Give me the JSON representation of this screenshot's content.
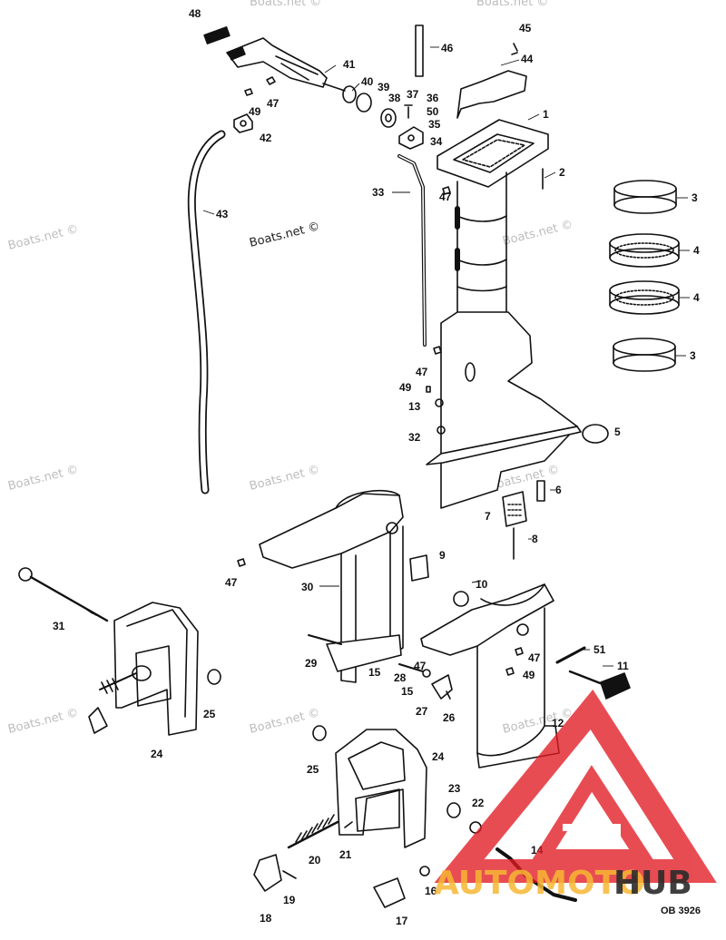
{
  "diagram": {
    "code": "OB 3926",
    "watermark_text": "Boats.net ©",
    "logo": {
      "text_left": "AUTOMOTO",
      "text_right": "HUB",
      "color_left": "#f7b733",
      "color_right": "#2b2b2b",
      "triangle_color": "#e21b23"
    },
    "callouts": [
      "48",
      "41",
      "40",
      "39",
      "38",
      "37",
      "36",
      "50",
      "35",
      "34",
      "49",
      "47",
      "42",
      "46",
      "45",
      "44",
      "1",
      "2",
      "47",
      "33",
      "43",
      "3",
      "4",
      "4",
      "3",
      "47",
      "49",
      "13",
      "32",
      "5",
      "6",
      "7",
      "8",
      "9",
      "10",
      "30",
      "47",
      "31",
      "29",
      "15",
      "28",
      "47",
      "15",
      "27",
      "26",
      "25",
      "24",
      "51",
      "11",
      "47",
      "49",
      "12",
      "25",
      "24",
      "23",
      "22",
      "21",
      "20",
      "19",
      "18",
      "17",
      "16",
      "14"
    ]
  }
}
